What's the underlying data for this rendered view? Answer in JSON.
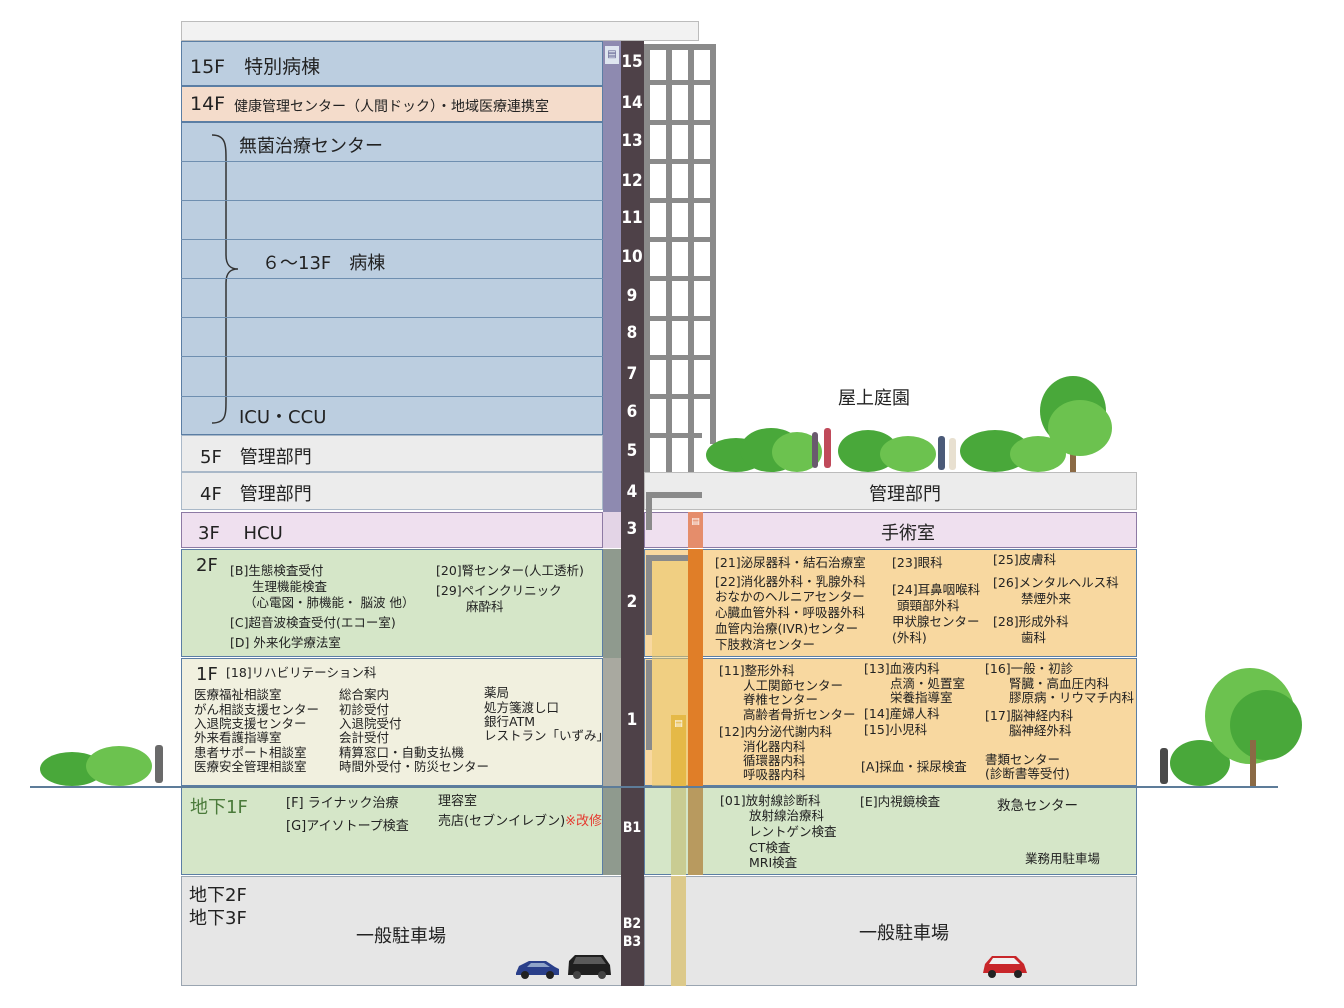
{
  "floors": {
    "f15": {
      "label": "15F　特別病棟"
    },
    "f14": {
      "label": "14F",
      "text": "健康管理センター（人間ドック）・地域医療連携室"
    },
    "ward": {
      "top": "無菌治療センター",
      "middle": "６～13F　病棟",
      "bottom": "ICU・CCU"
    },
    "f5": {
      "label": "5F　管理部門"
    },
    "f4": {
      "label": "4F　管理部門",
      "east": "管理部門"
    },
    "f3": {
      "label": "3F　 HCU",
      "east": "手術室"
    },
    "f2": {
      "label": "2F",
      "west_left": [
        "[B]生態検査受付",
        "生理機能検査",
        "（心電図・肺機能・ 脳波 他）",
        "[C]超音波検査受付(エコー室)",
        "[D] 外来化学療法室"
      ],
      "west_right": [
        "[20]腎センター(人工透析)",
        "[29]ペインクリニック",
        "麻酔科"
      ],
      "east_col1": [
        "[21]泌尿器科・結石治療室",
        "[22]消化器外科・乳腺外科",
        "おなかのヘルニアセンター",
        "心臓血管外科・呼吸器外科",
        "血管内治療(IVR)センター",
        "下肢救済センター"
      ],
      "east_col2": [
        "[23]眼科",
        "[24]耳鼻咽喉科",
        "頭頸部外科",
        "甲状腺センター",
        "(外科)"
      ],
      "east_col3": [
        "[25]皮膚科",
        "[26]メンタルヘルス科",
        "禁煙外来",
        "[28]形成外科",
        "歯科"
      ]
    },
    "f1": {
      "label": "1F",
      "rehab": "[18]リハビリテーション科",
      "west_col1": [
        "医療福祉相談室",
        "がん相談支援センター",
        "入退院支援センター",
        "外来看護指導室",
        "患者サポート相談室",
        "医療安全管理相談室"
      ],
      "west_col2": [
        "総合案内",
        "初診受付",
        "入退院受付",
        "会計受付",
        "精算窓口・自動支払機",
        "時間外受付・防災センター"
      ],
      "west_col3": [
        "薬局",
        "処方箋渡し口",
        "銀行ATM",
        "レストラン「いずみ」"
      ],
      "east_col1": [
        "[11]整形外科",
        "人工関節センター",
        "脊椎センター",
        "高齢者骨折センター",
        "[12]内分泌代謝内科",
        "消化器内科",
        "循環器内科",
        "呼吸器内科"
      ],
      "east_col2": [
        "[13]血液内科",
        "点滴・処置室",
        "栄養指導室",
        "[14]産婦人科",
        "[15]小児科",
        "[A]採血・採尿検査"
      ],
      "east_col3": [
        "[16]一般・初診",
        "腎臓・高血圧内科",
        "膠原病・リウマチ内科",
        "[17]脳神経内科",
        "脳神経外科",
        "書類センター",
        "(診断書等受付)"
      ]
    },
    "b1": {
      "label": "地下1F",
      "west_col1": [
        "[F] ライナック治療",
        "[G]アイソトープ検査"
      ],
      "barber": "理容室",
      "shop": "売店(セブンイレブン)",
      "shop_note": "※改修中",
      "east_col1": [
        "[01]放射線診断科",
        "放射線治療科",
        "レントゲン検査",
        "CT検査",
        "MRI検査"
      ],
      "endoscopy": "[E]内視鏡検査",
      "emergency": "救急センター",
      "parking": "業務用駐車場"
    },
    "b23": {
      "label1": "地下2F",
      "label2": "地下3F",
      "west": "一般駐車場",
      "east": "一般駐車場"
    }
  },
  "elevator_numbers": [
    "15",
    "14",
    "13",
    "12",
    "11",
    "10",
    "9",
    "8",
    "7",
    "6",
    "5",
    "4",
    "3",
    "2",
    "1",
    "B1",
    "B2",
    "B3"
  ],
  "rooftop_garden": "屋上庭園",
  "colors": {
    "ward_blue": "#bccee0",
    "dock_peach": "#f4dccb",
    "admin_gray": "#ececec",
    "hcu_lilac": "#efe0ef",
    "outpatient_green": "#d5e6c8",
    "first_floor_cream": "#f1f0df",
    "east_orange": "#f8d8a0",
    "elevator_dark": "#4e4148",
    "accent_red": "#e53a30"
  }
}
